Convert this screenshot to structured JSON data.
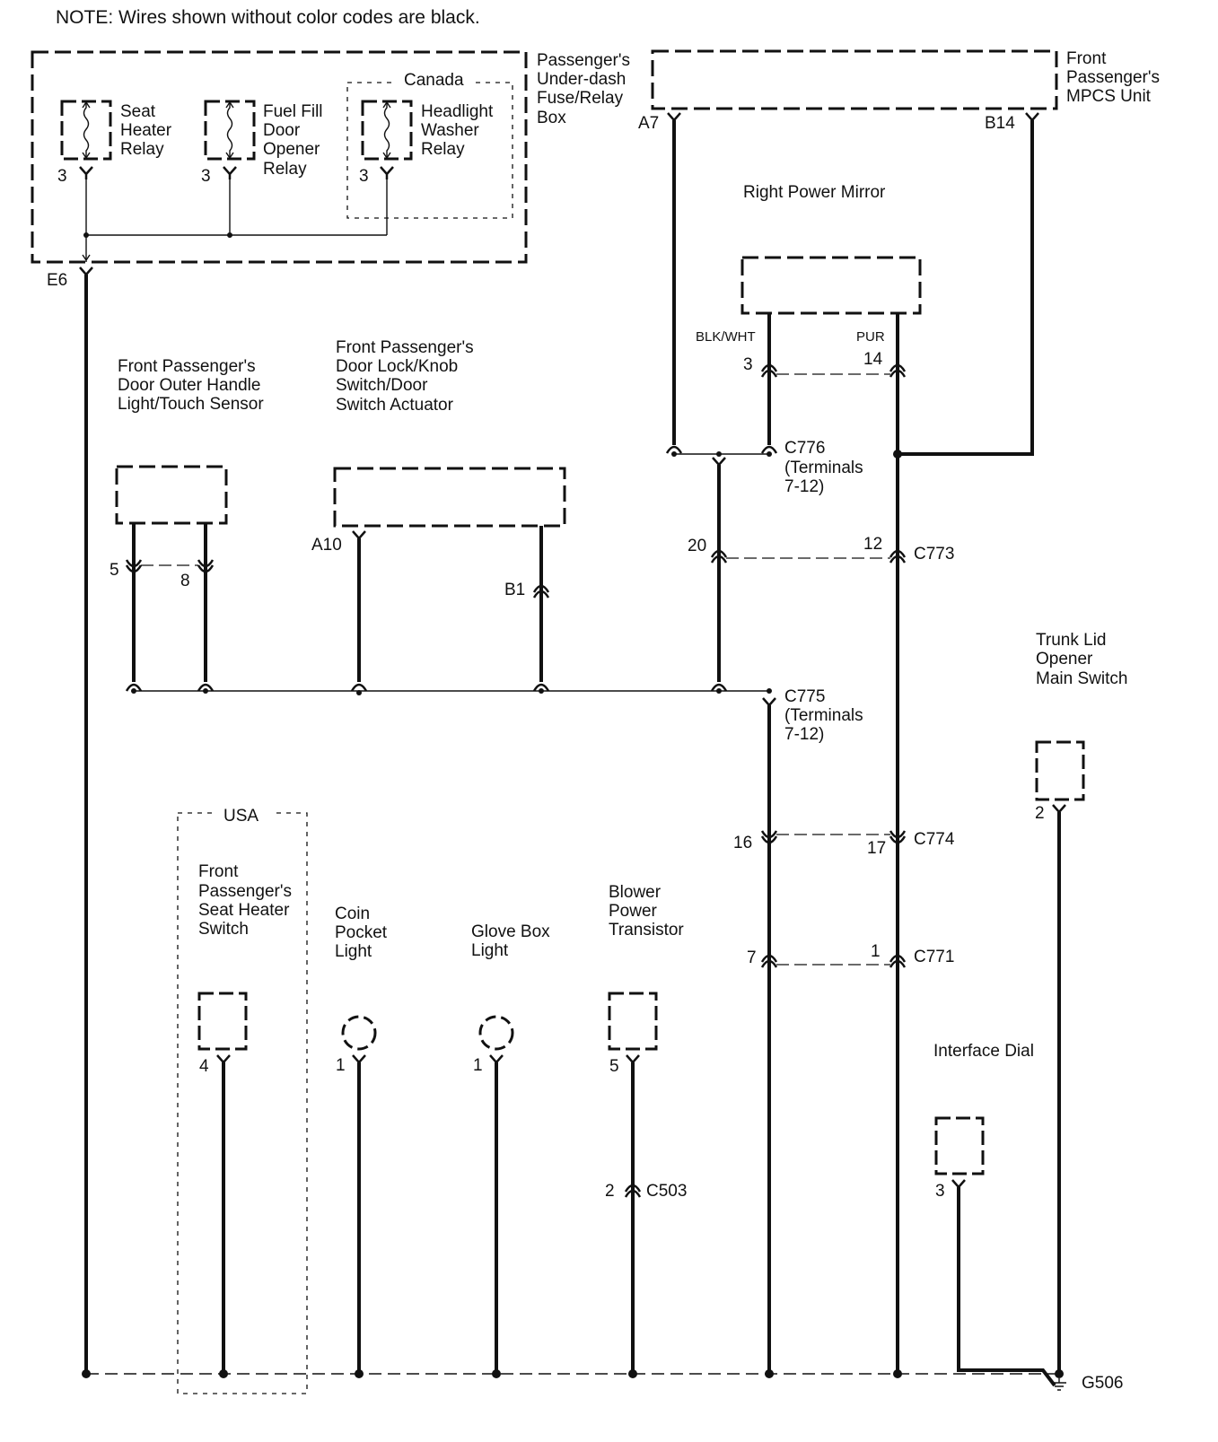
{
  "note": "NOTE: Wires shown without color codes are black.",
  "fuse_box": {
    "label_lines": [
      "Passenger's",
      "Under-dash",
      "Fuse/Relay",
      "Box"
    ],
    "terminal": "E6",
    "canada_label": "Canada",
    "relays": [
      {
        "label_lines": [
          "Seat",
          "Heater",
          "Relay"
        ],
        "pin": "3"
      },
      {
        "label_lines": [
          "Fuel Fill",
          "Door",
          "Opener",
          "Relay"
        ],
        "pin": "3"
      },
      {
        "label_lines": [
          "Headlight",
          "Washer",
          "Relay"
        ],
        "pin": "3"
      }
    ]
  },
  "mpcs_unit": {
    "label_lines": [
      "Front",
      "Passenger's",
      "MPCS Unit"
    ],
    "pin_left": "A7",
    "pin_right": "B14"
  },
  "mirror": {
    "label": "Right Power Mirror",
    "wire_left_color": "BLK/WHT",
    "wire_right_color": "PUR",
    "pin_left": "3",
    "pin_right": "14"
  },
  "connectors": {
    "c776": {
      "name": "C776",
      "sub_lines": [
        "(Terminals",
        "7-12)"
      ]
    },
    "c773": {
      "name": "C773",
      "pin_left": "20",
      "pin_right": "12"
    },
    "c775": {
      "name": "C775",
      "sub_lines": [
        "(Terminals",
        "7-12)"
      ]
    },
    "c774": {
      "name": "C774",
      "pin_left": "16",
      "pin_right": "17"
    },
    "c771": {
      "name": "C771",
      "pin_left": "7",
      "pin_right": "1"
    },
    "c503": {
      "name": "C503",
      "pin": "2"
    }
  },
  "door_handle": {
    "label_lines": [
      "Front Passenger's",
      "Door Outer Handle",
      "Light/Touch Sensor"
    ],
    "pin_left": "5",
    "pin_right": "8"
  },
  "door_lock": {
    "label_lines": [
      "Front Passenger's",
      "Door Lock/Knob",
      "Switch/Door",
      "Switch Actuator"
    ],
    "pin_left": "A10",
    "pin_right": "B1"
  },
  "trunk_switch": {
    "label_lines": [
      "Trunk Lid",
      "Opener",
      "Main Switch"
    ],
    "pin": "2"
  },
  "seat_heater_switch": {
    "region_label": "USA",
    "label_lines": [
      "Front",
      "Passenger's",
      "Seat Heater",
      "Switch"
    ],
    "pin": "4"
  },
  "coin_light": {
    "label_lines": [
      "Coin",
      "Pocket",
      "Light"
    ],
    "pin": "1"
  },
  "glove_light": {
    "label_lines": [
      "Glove Box",
      "Light"
    ],
    "pin": "1"
  },
  "blower": {
    "label_lines": [
      "Blower",
      "Power",
      "Transistor"
    ],
    "pin": "5"
  },
  "interface_dial": {
    "label": "Interface Dial",
    "pin": "3"
  },
  "ground": {
    "name": "G506"
  }
}
